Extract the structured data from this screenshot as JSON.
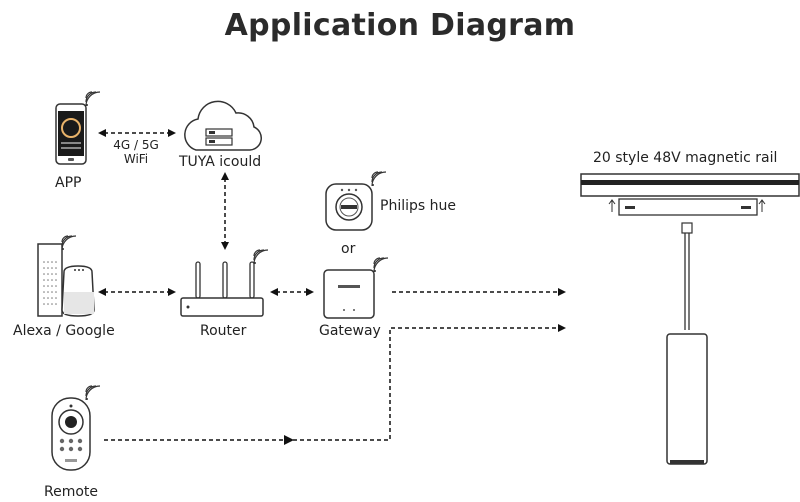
{
  "title": "Application Diagram",
  "nodes": {
    "app": "APP",
    "cloud": "TUYA icould",
    "philips": "Philips hue",
    "or": "or",
    "alexa": "Alexa / Google",
    "router": "Router",
    "gateway": "Gateway",
    "remote": "Remote",
    "rail": "20 style 48V magnetic rail"
  },
  "connection": {
    "line1": "4G / 5G",
    "line2": "WiFi"
  },
  "icons": [
    "smartphone-icon",
    "cloud-server-icon",
    "philips-hue-bridge-icon",
    "smart-speaker-icon",
    "router-icon",
    "gateway-icon",
    "remote-control-icon",
    "magnetic-rail-light-icon",
    "wifi-signal-icon"
  ]
}
